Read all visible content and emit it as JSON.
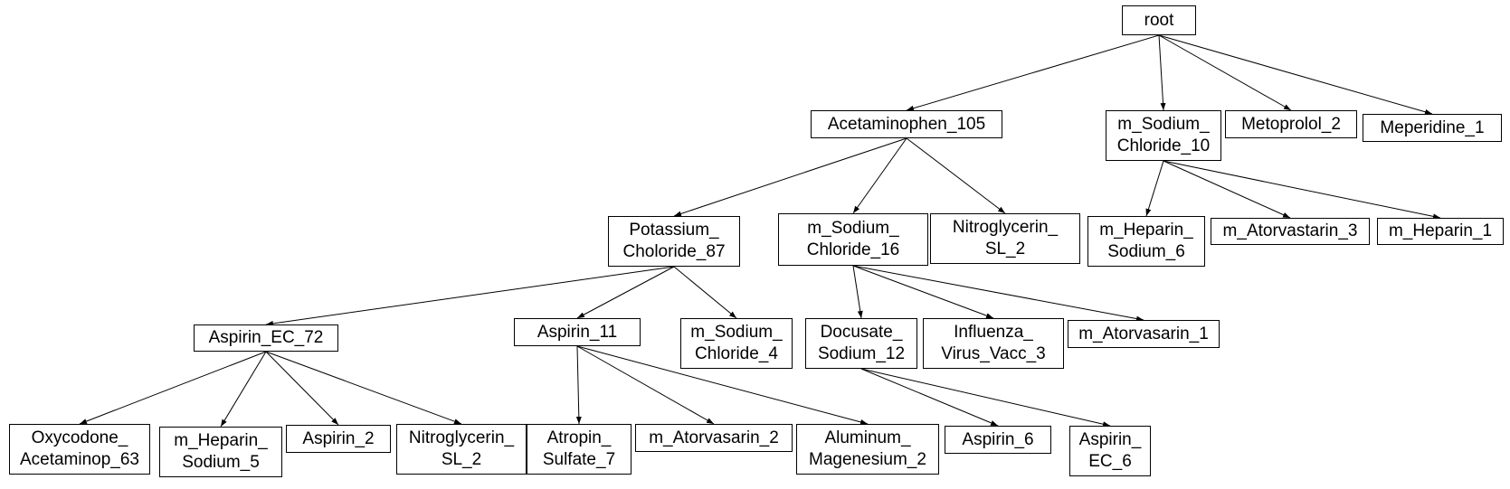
{
  "diagram": {
    "type": "tree",
    "line_color": "#000000",
    "nodes": [
      {
        "id": "root",
        "lines": [
          "root"
        ]
      },
      {
        "id": "acetaminophen-105",
        "lines": [
          "Acetaminophen_105"
        ]
      },
      {
        "id": "m-sodium-chloride-10",
        "lines": [
          "m_Sodium_",
          "Chloride_10"
        ]
      },
      {
        "id": "metoprolol-2",
        "lines": [
          "Metoprolol_2"
        ]
      },
      {
        "id": "meperidine-1",
        "lines": [
          "Meperidine_1"
        ]
      },
      {
        "id": "potassium-choloride-87",
        "lines": [
          "Potassium_",
          "Choloride_87"
        ]
      },
      {
        "id": "m-sodium-chloride-16",
        "lines": [
          "m_Sodium_",
          "Chloride_16"
        ]
      },
      {
        "id": "nitroglycerin-sl-2-a",
        "lines": [
          "Nitroglycerin_",
          "SL_2"
        ]
      },
      {
        "id": "m-heparin-sodium-6",
        "lines": [
          "m_Heparin_",
          "Sodium_6"
        ]
      },
      {
        "id": "m-atorvastarin-3",
        "lines": [
          "m_Atorvastarin_3"
        ]
      },
      {
        "id": "m-heparin-1",
        "lines": [
          "m_Heparin_1"
        ]
      },
      {
        "id": "aspirin-ec-72",
        "lines": [
          "Aspirin_EC_72"
        ]
      },
      {
        "id": "aspirin-11",
        "lines": [
          "Aspirin_11"
        ]
      },
      {
        "id": "m-sodium-chloride-4",
        "lines": [
          "m_Sodium_",
          "Chloride_4"
        ]
      },
      {
        "id": "docusate-sodium-12",
        "lines": [
          "Docusate_",
          "Sodium_12"
        ]
      },
      {
        "id": "influenza-virus-vacc-3",
        "lines": [
          "Influenza_",
          "Virus_Vacc_3"
        ]
      },
      {
        "id": "m-atorvasarin-1",
        "lines": [
          "m_Atorvasarin_1"
        ]
      },
      {
        "id": "oxycodone-acetaminop-63",
        "lines": [
          "Oxycodone_",
          "Acetaminop_63"
        ]
      },
      {
        "id": "m-heparin-sodium-5",
        "lines": [
          "m_Heparin_",
          "Sodium_5"
        ]
      },
      {
        "id": "aspirin-2",
        "lines": [
          "Aspirin_2"
        ]
      },
      {
        "id": "nitroglycerin-sl-2-b",
        "lines": [
          "Nitroglycerin_",
          "SL_2"
        ]
      },
      {
        "id": "atropin-sulfate-7",
        "lines": [
          "Atropin_",
          "Sulfate_7"
        ]
      },
      {
        "id": "m-atorvasarin-2",
        "lines": [
          "m_Atorvasarin_2"
        ]
      },
      {
        "id": "aluminum-magenesium-2",
        "lines": [
          "Aluminum_",
          "Magenesium_2"
        ]
      },
      {
        "id": "aspirin-6",
        "lines": [
          "Aspirin_6"
        ]
      },
      {
        "id": "aspirin-ec-6",
        "lines": [
          "Aspirin_",
          "EC_6"
        ]
      }
    ],
    "edges": [
      [
        "root",
        "acetaminophen-105"
      ],
      [
        "root",
        "m-sodium-chloride-10"
      ],
      [
        "root",
        "metoprolol-2"
      ],
      [
        "root",
        "meperidine-1"
      ],
      [
        "acetaminophen-105",
        "potassium-choloride-87"
      ],
      [
        "acetaminophen-105",
        "m-sodium-chloride-16"
      ],
      [
        "acetaminophen-105",
        "nitroglycerin-sl-2-a"
      ],
      [
        "m-sodium-chloride-10",
        "m-heparin-sodium-6"
      ],
      [
        "m-sodium-chloride-10",
        "m-atorvastarin-3"
      ],
      [
        "m-sodium-chloride-10",
        "m-heparin-1"
      ],
      [
        "potassium-choloride-87",
        "aspirin-ec-72"
      ],
      [
        "potassium-choloride-87",
        "aspirin-11"
      ],
      [
        "potassium-choloride-87",
        "m-sodium-chloride-4"
      ],
      [
        "m-sodium-chloride-16",
        "docusate-sodium-12"
      ],
      [
        "m-sodium-chloride-16",
        "influenza-virus-vacc-3"
      ],
      [
        "m-sodium-chloride-16",
        "m-atorvasarin-1"
      ],
      [
        "aspirin-ec-72",
        "oxycodone-acetaminop-63"
      ],
      [
        "aspirin-ec-72",
        "m-heparin-sodium-5"
      ],
      [
        "aspirin-ec-72",
        "aspirin-2"
      ],
      [
        "aspirin-ec-72",
        "nitroglycerin-sl-2-b"
      ],
      [
        "aspirin-11",
        "atropin-sulfate-7"
      ],
      [
        "aspirin-11",
        "m-atorvasarin-2"
      ],
      [
        "aspirin-11",
        "aluminum-magenesium-2"
      ],
      [
        "docusate-sodium-12",
        "aspirin-6"
      ],
      [
        "docusate-sodium-12",
        "aspirin-ec-6"
      ]
    ]
  }
}
